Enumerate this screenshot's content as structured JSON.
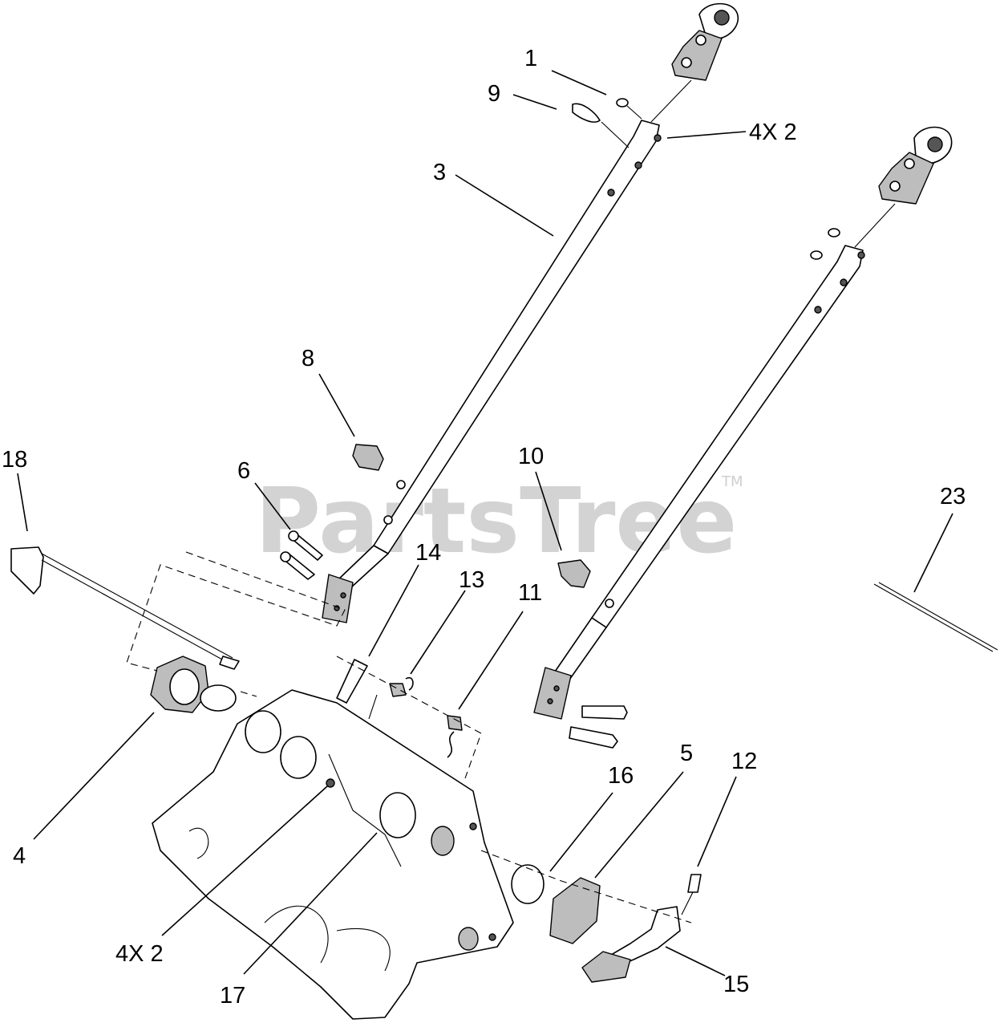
{
  "watermark": {
    "text": "PartsTree",
    "trademark": "TM"
  },
  "callouts": [
    {
      "id": "c1",
      "label": "1"
    },
    {
      "id": "c9",
      "label": "9"
    },
    {
      "id": "c4x2top",
      "label": "4X 2"
    },
    {
      "id": "c3",
      "label": "3"
    },
    {
      "id": "c8",
      "label": "8"
    },
    {
      "id": "c18",
      "label": "18"
    },
    {
      "id": "c6",
      "label": "6"
    },
    {
      "id": "c10",
      "label": "10"
    },
    {
      "id": "c23",
      "label": "23"
    },
    {
      "id": "c14",
      "label": "14"
    },
    {
      "id": "c13",
      "label": "13"
    },
    {
      "id": "c11",
      "label": "11"
    },
    {
      "id": "c4",
      "label": "4"
    },
    {
      "id": "c16",
      "label": "16"
    },
    {
      "id": "c5",
      "label": "5"
    },
    {
      "id": "c12",
      "label": "12"
    },
    {
      "id": "c4x2bottom",
      "label": "4X 2"
    },
    {
      "id": "c17",
      "label": "17"
    },
    {
      "id": "c15",
      "label": "15"
    }
  ]
}
